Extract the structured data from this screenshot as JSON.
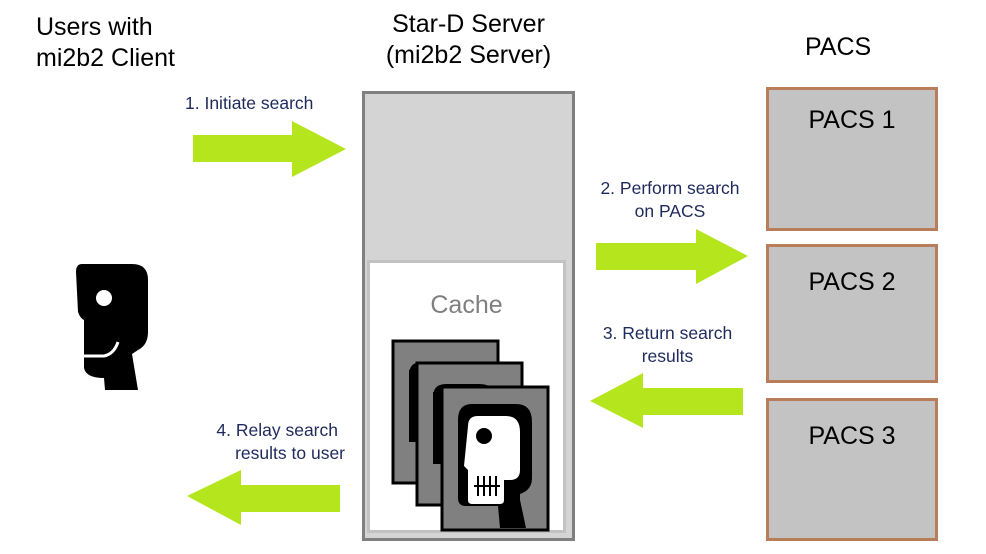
{
  "diagram": {
    "title_users": [
      "Users with",
      "mi2b2 Client"
    ],
    "title_server": [
      "Star-D Server",
      "(mi2b2 Server)"
    ],
    "title_pacs": "PACS",
    "cache_label": "Cache",
    "pacs_nodes": [
      {
        "label": "PACS 1"
      },
      {
        "label": "PACS 2"
      },
      {
        "label": "PACS 3"
      }
    ],
    "steps": [
      {
        "number": 1,
        "lines": [
          "1. Initiate search"
        ],
        "direction": "right"
      },
      {
        "number": 2,
        "lines": [
          "2. Perform search",
          "on PACS"
        ],
        "direction": "right"
      },
      {
        "number": 3,
        "lines": [
          "3. Return search",
          "results"
        ],
        "direction": "left"
      },
      {
        "number": 4,
        "lines": [
          "4. Relay search",
          "results to user"
        ],
        "direction": "left"
      }
    ],
    "icons": {
      "user": "user-head-icon",
      "cache_images": "xray-skull-film-icon"
    },
    "colors": {
      "arrow": "#b5e61d",
      "step_text": "#1f2a5c",
      "server_fill": "#d4d4d4",
      "server_border": "#808080",
      "pacs_fill": "#c3c3c3",
      "pacs_border": "#b97d5b",
      "cache_text": "#7f7f7f"
    }
  }
}
